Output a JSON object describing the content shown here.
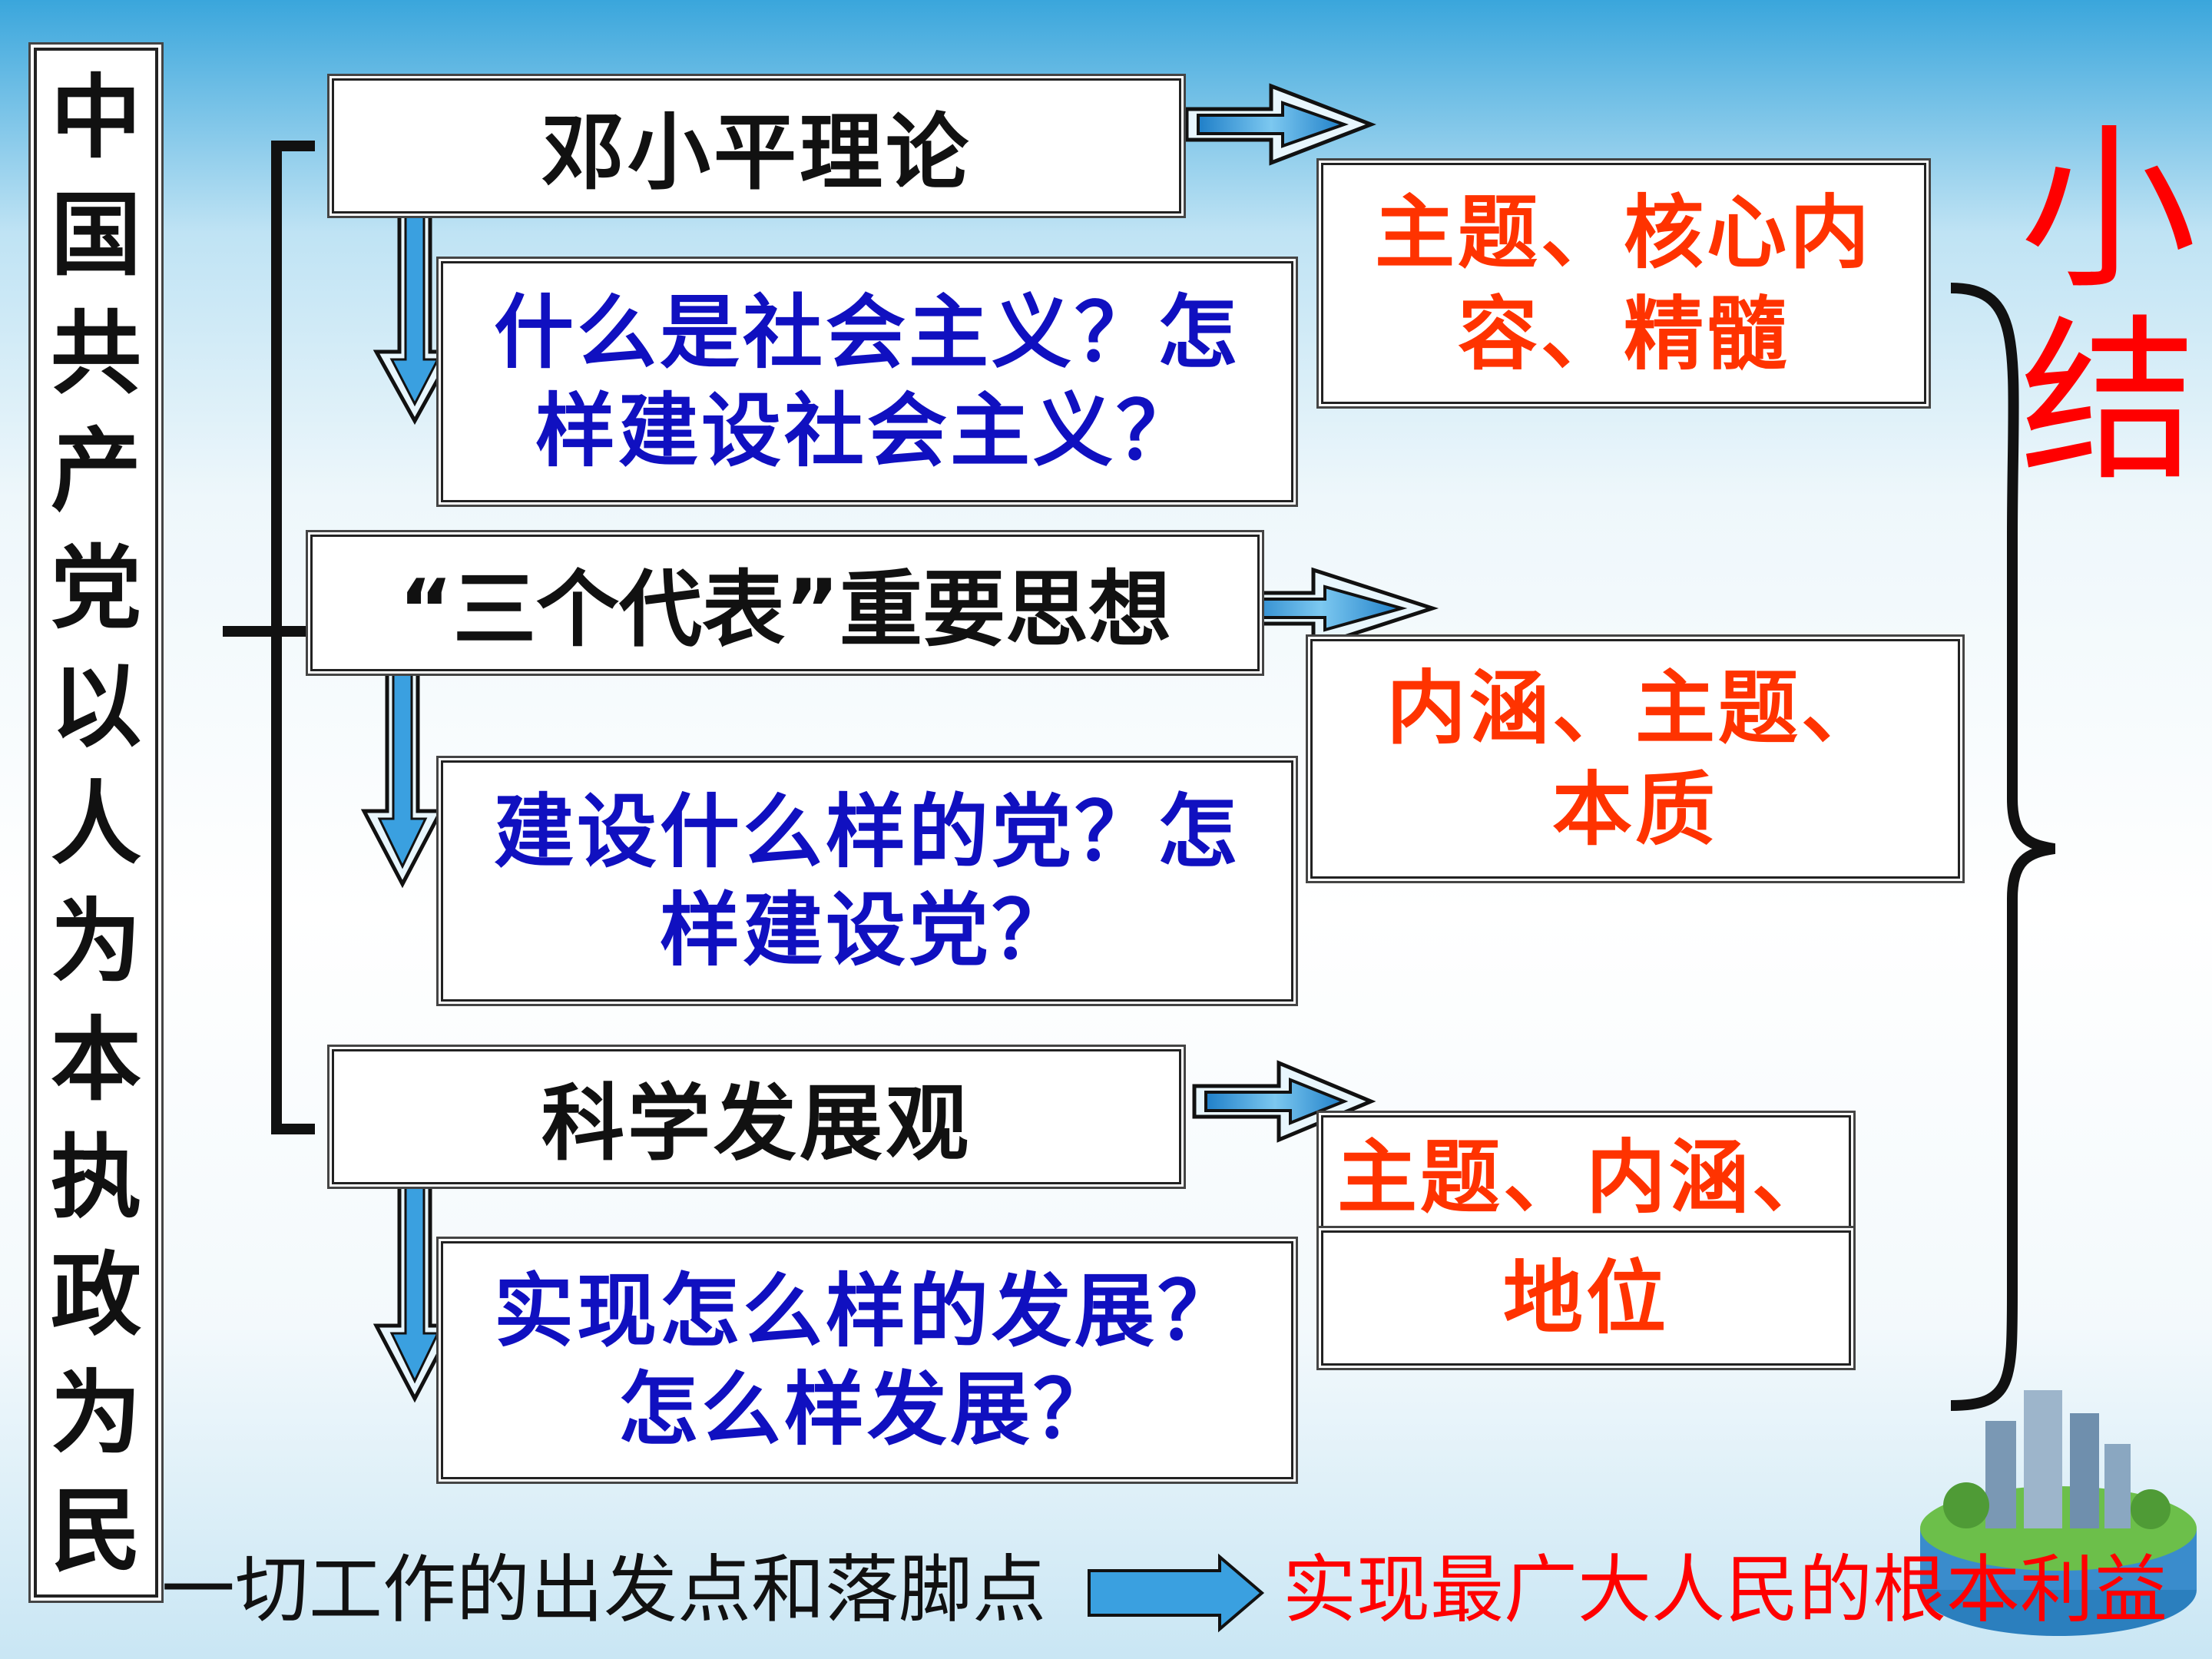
{
  "left_title": [
    "中",
    "国",
    "共",
    "产",
    "党",
    "以",
    "人",
    "为",
    "本",
    "执",
    "政",
    "为",
    "民"
  ],
  "theories": [
    {
      "title": "邓小平理论",
      "question": "什么是社会主义？怎样建设社会主义？",
      "summary": "主题、核心内容、精髓"
    },
    {
      "title": "“三个代表”重要思想",
      "question": "建设什么样的党？怎样建设党？",
      "summary": "内涵、主题、本质"
    },
    {
      "title": "科学发展观",
      "question": "实现怎么样的发展？怎么样发展？",
      "summary_top": "主题、内涵、",
      "summary_bottom": "地位"
    }
  ],
  "summary_label": [
    "小",
    "结"
  ],
  "bottom": {
    "left": "一切工作的出发点和落脚点",
    "right": "实现最广大人民的根本利益"
  },
  "colors": {
    "title": "#111111",
    "question": "#1010c0",
    "summary": "#ff3300",
    "label": "#ff0000",
    "arrow": "#3aa0e0"
  }
}
